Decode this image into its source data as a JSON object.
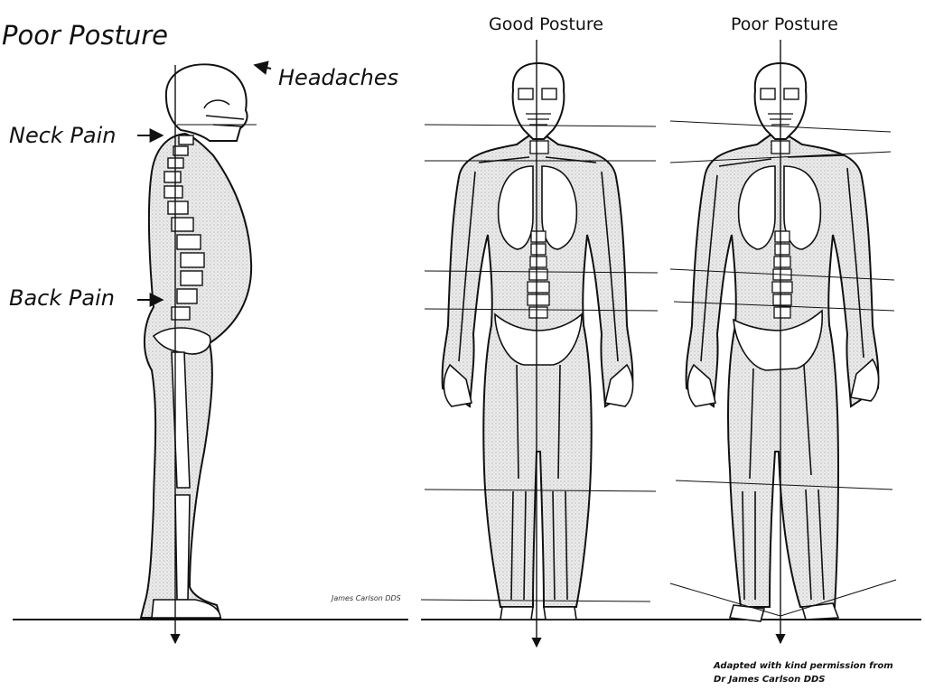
{
  "figure_titles": {
    "left": "Poor Posture",
    "middle": "Good Posture",
    "right": "Poor Posture"
  },
  "callouts": {
    "headaches": "Headaches",
    "neck_pain": "Neck Pain",
    "back_pain": "Back Pain"
  },
  "signature": "James Carlson DDS",
  "credit": {
    "line1": "Adapted with kind permission from",
    "line2": "Dr James Carlson DDS"
  },
  "colors": {
    "ink": "#111111",
    "body_fill": "#e6e6e6",
    "bone_fill": "#ffffff"
  }
}
